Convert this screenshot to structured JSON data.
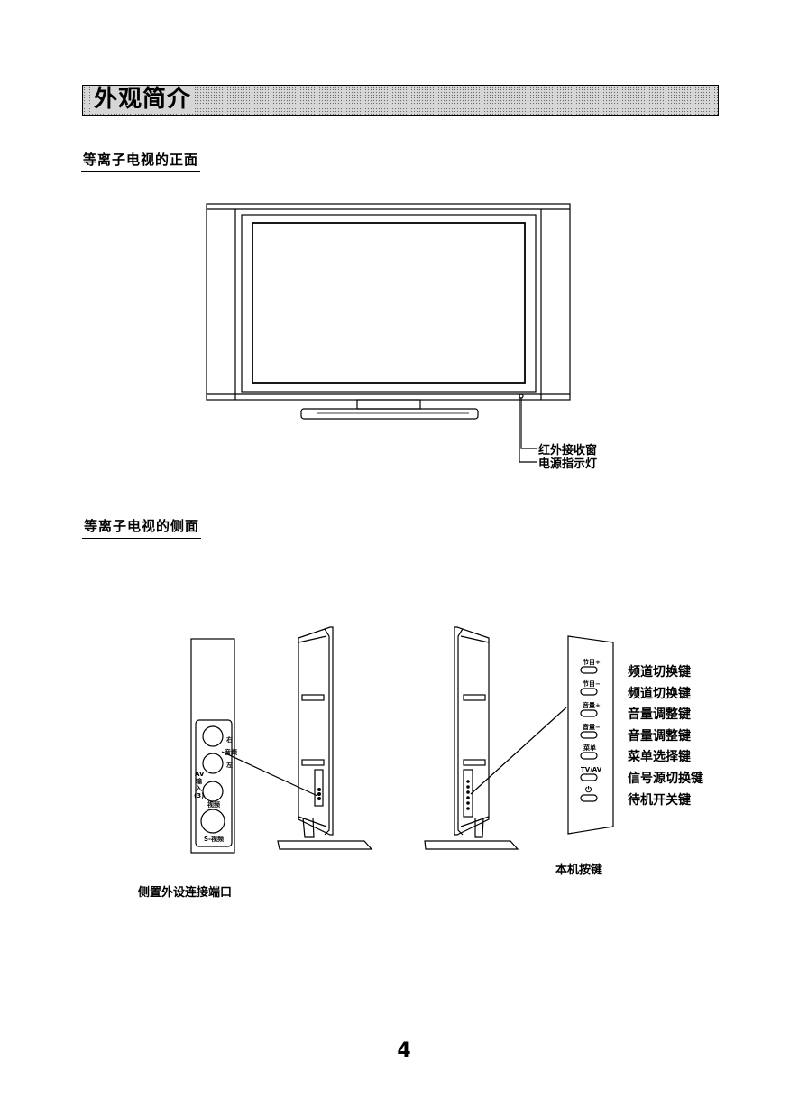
{
  "header": {
    "title": "外观简介"
  },
  "front_section": {
    "title": "等离子电视的正面",
    "callouts": [
      "红外接收窗",
      "电源指示灯"
    ]
  },
  "side_section": {
    "title": "等离子电视的侧面",
    "ports_caption": "侧置外设连接端口",
    "port_labels": {
      "right": "右",
      "audio": "音频",
      "left": "左",
      "av_input_1": "AV",
      "av_input_2": "输",
      "av_input_3": "入",
      "av_input_4": "(3)",
      "video": "视频",
      "svideo": "S-视频"
    },
    "buttons_caption": "本机按键",
    "panel_buttons": [
      {
        "tag": "节目+",
        "label": "频道切换键"
      },
      {
        "tag": "节目−",
        "label": "频道切换键"
      },
      {
        "tag": "音量+",
        "label": "音量调整键"
      },
      {
        "tag": "音量−",
        "label": "音量调整键"
      },
      {
        "tag": "菜单",
        "label": "菜单选择键"
      },
      {
        "tag": "TV/AV",
        "label": "信号源切换键"
      },
      {
        "tag": "⏻",
        "label": "待机开关键"
      }
    ]
  },
  "footer": {
    "page_number": "4"
  }
}
